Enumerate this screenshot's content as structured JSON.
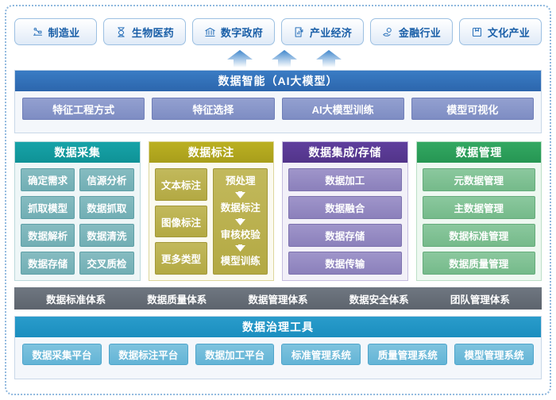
{
  "industries": [
    {
      "label": "制造业",
      "icon": "factory-robot-icon"
    },
    {
      "label": "生物医药",
      "icon": "dna-icon"
    },
    {
      "label": "数字政府",
      "icon": "government-bank-icon"
    },
    {
      "label": "产业经济",
      "icon": "report-growth-icon"
    },
    {
      "label": "金融行业",
      "icon": "hand-coin-icon"
    },
    {
      "label": "文化产业",
      "icon": "book-culture-icon"
    }
  ],
  "arrows": {
    "count": 3,
    "name": "upward-arrow"
  },
  "ai_layer": {
    "title": "数据智能（AI大模型）",
    "items": [
      "特征工程方式",
      "特征选择",
      "AI大模型训练",
      "模型可视化"
    ]
  },
  "columns": [
    {
      "key": "collect",
      "title": "数据采集",
      "layout": "grid-2col",
      "rows": [
        [
          "确定需求",
          "信源分析"
        ],
        [
          "抓取模型",
          "数据抓取"
        ],
        [
          "数据解析",
          "数据清洗"
        ],
        [
          "数据存储",
          "交叉质检"
        ]
      ]
    },
    {
      "key": "label",
      "title": "数据标注",
      "layout": "split-flow",
      "left": [
        "文本标注",
        "图像标注",
        "更多类型"
      ],
      "flow": [
        "预处理",
        "数据标注",
        "审核校验",
        "模型训练"
      ]
    },
    {
      "key": "store",
      "title": "数据集成/存储",
      "layout": "stack",
      "items": [
        "数据加工",
        "数据融合",
        "数据存储",
        "数据传输"
      ]
    },
    {
      "key": "manage",
      "title": "数据管理",
      "layout": "stack",
      "items": [
        "元数据管理",
        "主数据管理",
        "数据标准管理",
        "数据质量管理"
      ]
    }
  ],
  "systems_bar": [
    "数据标准体系",
    "数据质量体系",
    "数据管理体系",
    "数据安全体系",
    "团队管理体系"
  ],
  "tools_layer": {
    "title": "数据治理工具",
    "items": [
      "数据采集平台",
      "数据标注平台",
      "数据加工平台",
      "标准管理系统",
      "质量管理系统",
      "模型管理系统"
    ]
  },
  "colors": {
    "frame": "#8fb8de",
    "tag_text": "#1a5fa8",
    "ai_header": "#2c66ad",
    "ai_chip": "#8b99c6",
    "collect": "#0f9296",
    "collect_cell": "#79b3b8",
    "label": "#b3a81f",
    "label_cell": "#bab24f",
    "store": "#523489",
    "store_cell": "#9489c2",
    "manage": "#269653",
    "manage_cell": "#7fc193",
    "systems_bar": "#5d646d",
    "tools_header": "#1a8ebf",
    "tools_chip": "#6bb8d9"
  }
}
